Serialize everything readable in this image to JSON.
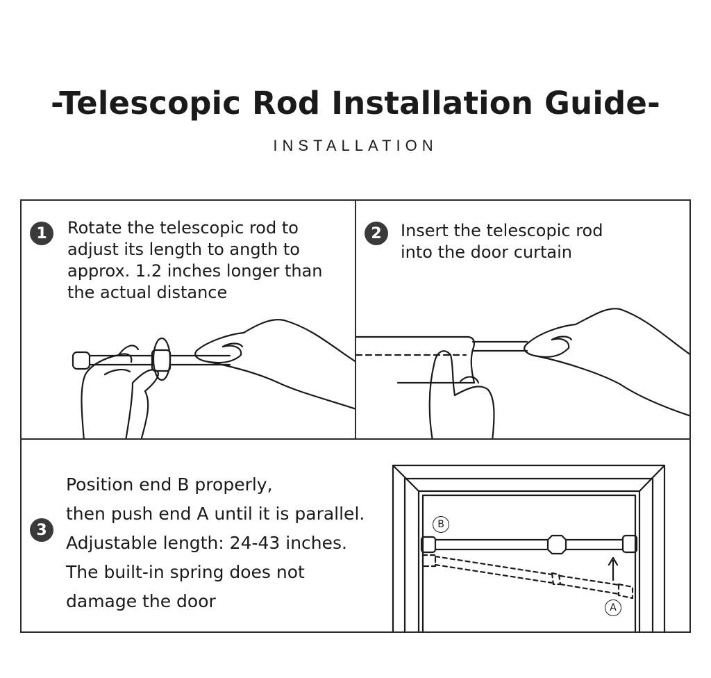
{
  "header": {
    "title": "-Telescopic Rod Installation Guide-",
    "subtitle": "INSTALLATION"
  },
  "steps": [
    {
      "number": "1",
      "text": "Rotate the telescopic rod to\nadjust its length to angth to\napprox. 1.2 inches longer than\nthe actual distance"
    },
    {
      "number": "2",
      "text": "Insert the telescopic rod\ninto the door curtain"
    },
    {
      "number": "3",
      "text": "Position end B properly,\nthen push end A until it is parallel.\nAdjustable length: 24-43 inches.\nThe built-in spring does not\ndamage the door"
    }
  ],
  "diagram_labels": {
    "end_b": "B",
    "end_a": "A"
  },
  "colors": {
    "line": "#1a1a1a",
    "badge": "#3a3a3a",
    "background": "#ffffff"
  }
}
